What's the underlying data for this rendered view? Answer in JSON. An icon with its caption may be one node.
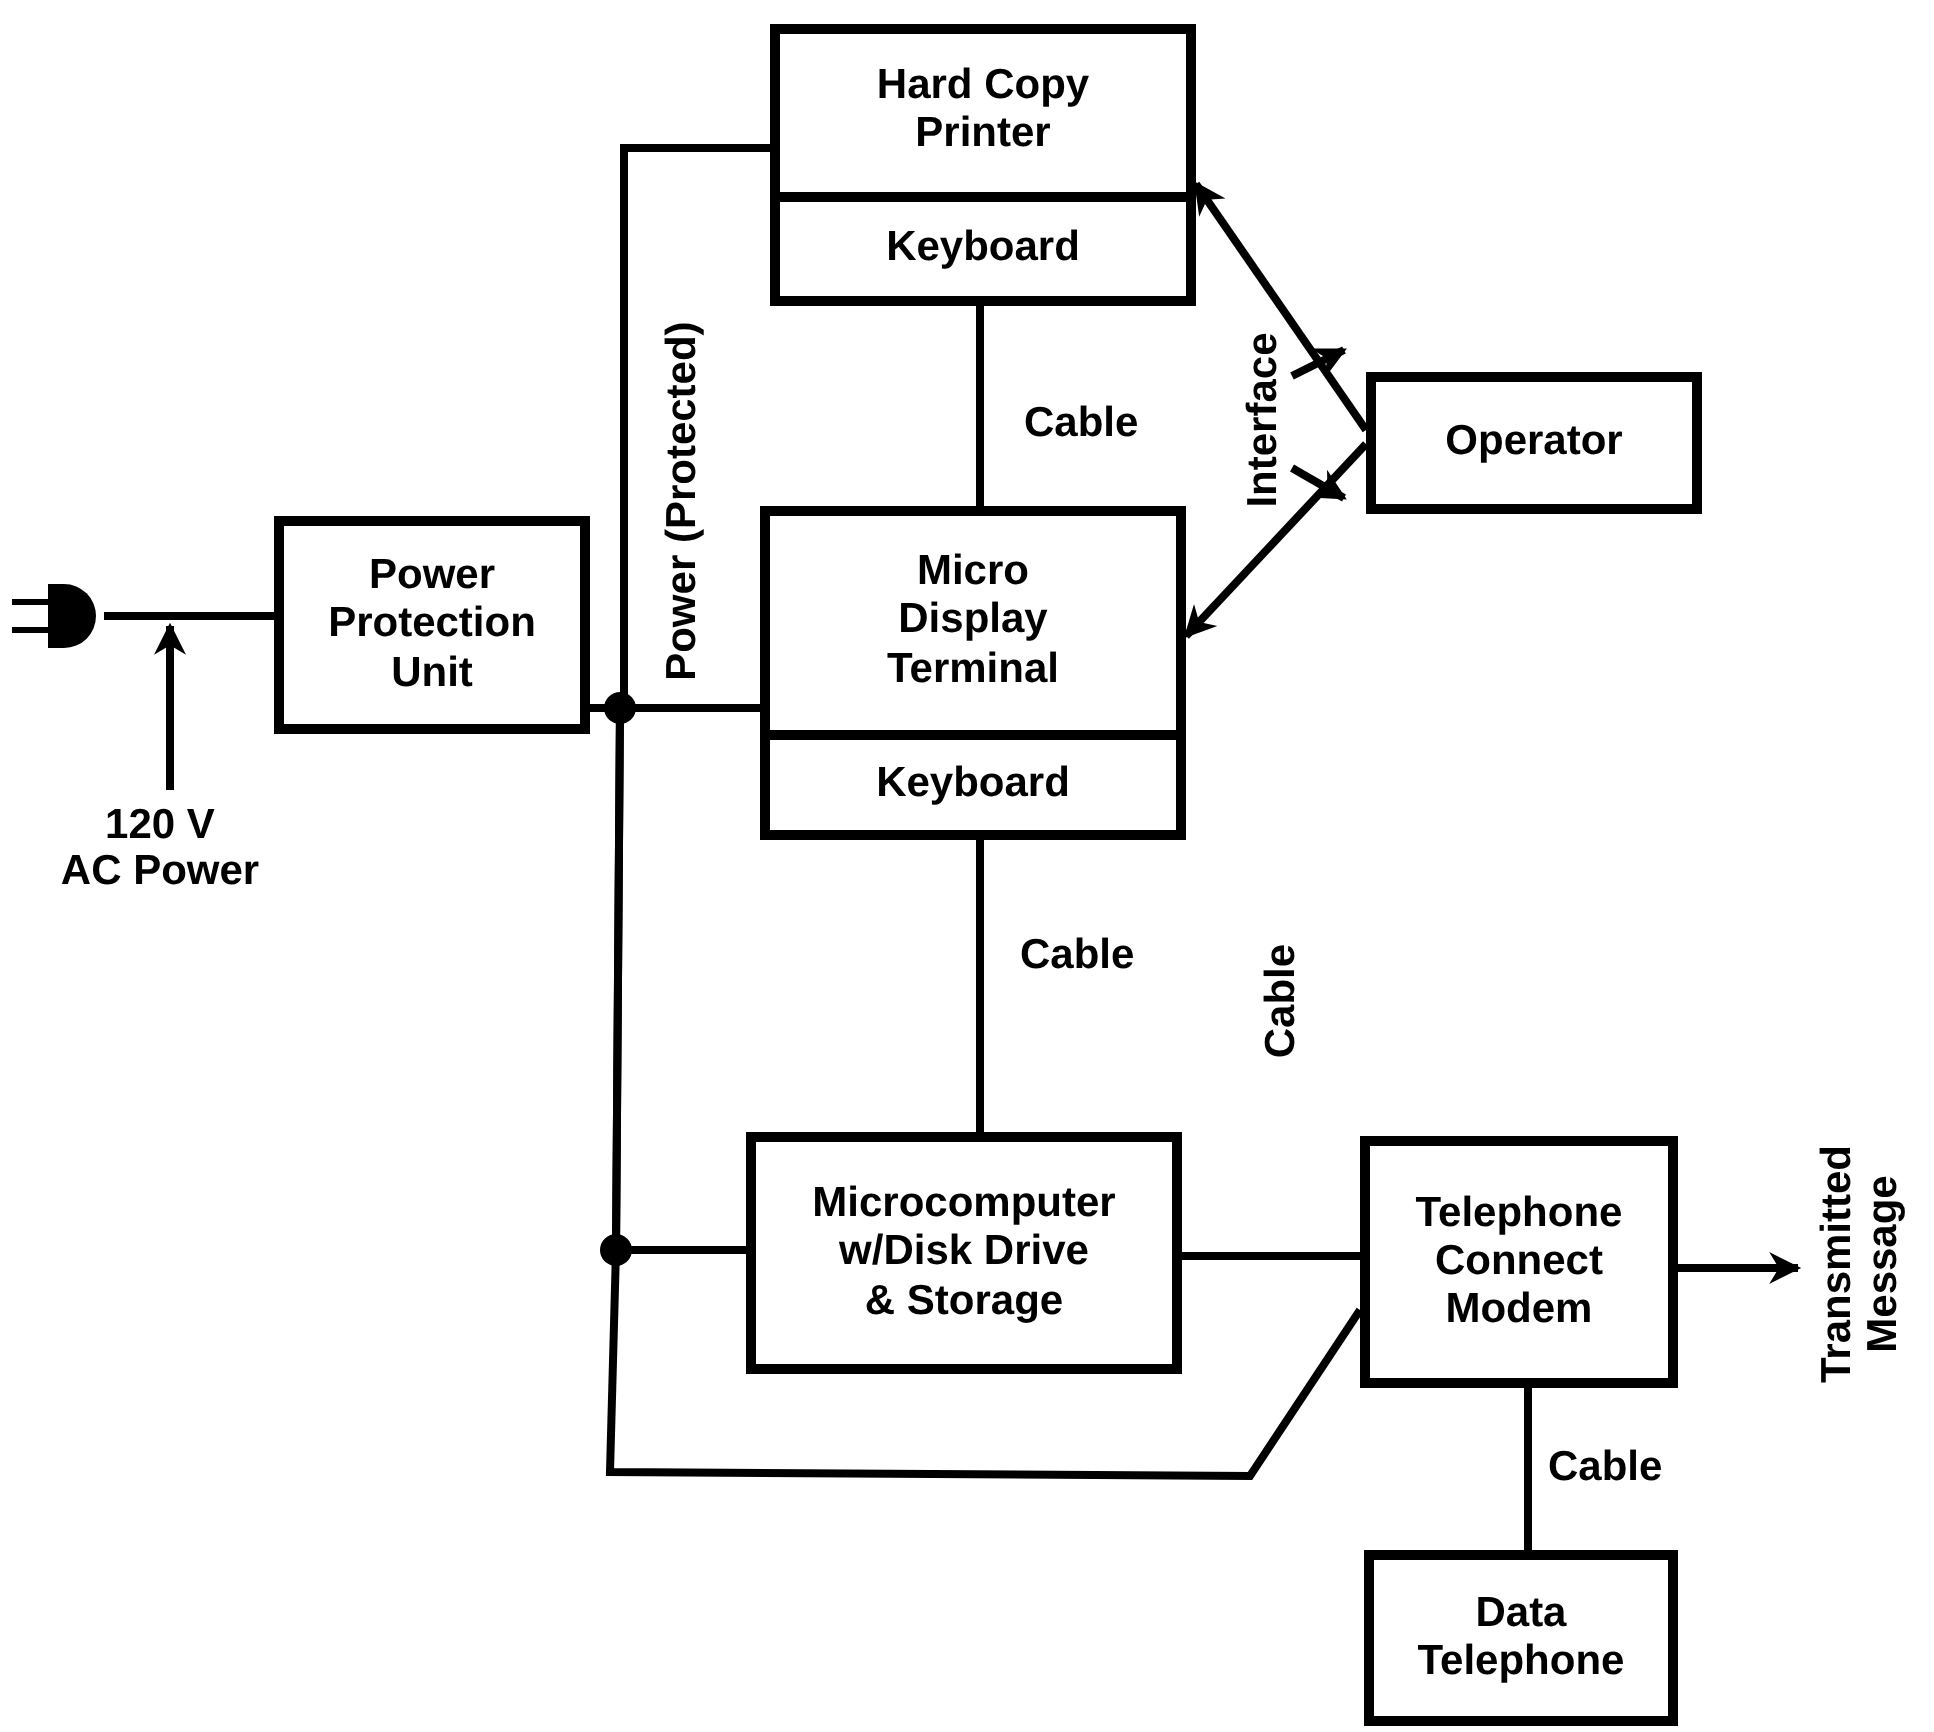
{
  "diagram": {
    "nodes": [
      {
        "text": [
          "Hard Copy Printer"
        ]
      },
      {
        "text": [
          "Keyboard"
        ],
        "in": 0
      },
      {
        "text": [],
        "shape": "plug"
      },
      {
        "text": [
          "Power Protection Unit"
        ]
      },
      {
        "text": [
          "Micro Display Terminal"
        ]
      },
      {
        "text": [
          "Keyboard"
        ],
        "in": 4
      },
      {
        "text": [
          "Interface"
        ]
      },
      {
        "text": [
          "Operator"
        ]
      },
      {
        "text": [
          "120 V AC Power"
        ]
      },
      {
        "text": [
          "Microcomputer w/Disk Drive & Storage"
        ]
      },
      {
        "text": [
          "Telephone Connect Modem"
        ]
      },
      {
        "text": [
          "Transmitted Message"
        ]
      },
      {
        "text": [
          "Data Telephone"
        ]
      }
    ],
    "edges": [
      {
        "from": 2,
        "to": 3,
        "arrow": "none"
      },
      {
        "from": 8,
        "to": null,
        "arrow": "to"
      },
      {
        "from": 3,
        "to": 0,
        "arrow": "none"
      },
      {
        "from": 3,
        "to": 4,
        "arrow": "none"
      },
      {
        "from": 3,
        "to": 9,
        "arrow": "none"
      },
      {
        "from": 3,
        "to": 10,
        "arrow": "none"
      },
      {
        "from": 1,
        "to": 4,
        "arrow": "none",
        "label": "Cable"
      },
      {
        "from": 6,
        "to": null,
        "arrow": "to"
      },
      {
        "from": 6,
        "to": null,
        "arrow": "to"
      },
      {
        "from": 7,
        "to": 0,
        "arrow": "to"
      },
      {
        "from": 7,
        "to": 4,
        "arrow": "to"
      },
      {
        "from": 5,
        "to": 9,
        "arrow": "none",
        "label": "Cable"
      },
      {
        "from": 9,
        "to": 10,
        "arrow": "none",
        "label": "Cable"
      },
      {
        "from": 10,
        "to": 11,
        "arrow": "to"
      },
      {
        "from": 10,
        "to": 12,
        "arrow": "none",
        "label": "Cable"
      }
    ],
    "labels": [
      "Power (Protected)"
    ]
  }
}
